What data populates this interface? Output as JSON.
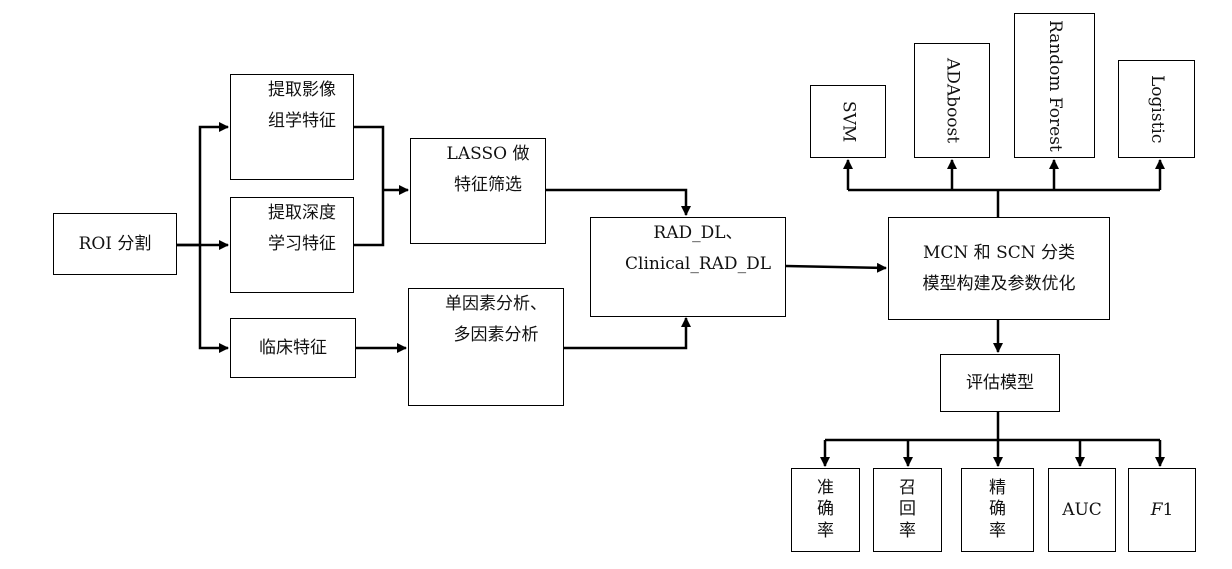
{
  "nodes": {
    "roi": "ROI 分割",
    "radiomics": [
      "提取影像",
      "组学特征"
    ],
    "deep": [
      "提取深度",
      "学习特征"
    ],
    "clinical": "临床特征",
    "lasso": [
      "LASSO 做",
      "特征筛选"
    ],
    "univariate": [
      "单因素分析、",
      "多因素分析"
    ],
    "rad_dl": [
      "RAD_DL、",
      "Clinical_RAD_DL"
    ],
    "mcn": [
      "MCN 和 SCN 分类",
      "模型构建及参数优化"
    ],
    "evaluate": "评估模型"
  },
  "classifiers": [
    "SVM",
    "ADAboost",
    "Random Forest",
    "Logistic"
  ],
  "metrics": {
    "accuracy": [
      "准",
      "确",
      "率"
    ],
    "recall": [
      "召",
      "回",
      "率"
    ],
    "precision": [
      "精",
      "确",
      "率"
    ],
    "auc": "AUC",
    "f1": {
      "italic": "F",
      "rest": "1"
    }
  },
  "colors": {
    "line": "#000000",
    "border": "#000000"
  }
}
